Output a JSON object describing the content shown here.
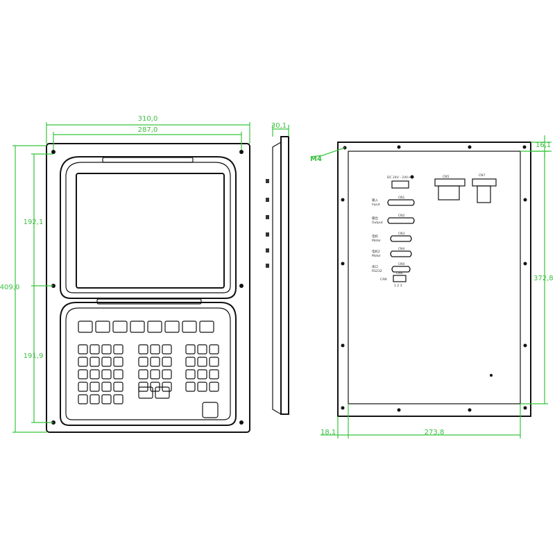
{
  "front_view": {
    "width_outer": "310,0",
    "width_holes": "287,0",
    "height_total": "409,0",
    "height_upper": "192,1",
    "height_lower": "191,9"
  },
  "side_view": {
    "depth": "30,1"
  },
  "back_view": {
    "thread": "M4",
    "edge_top": "16,1",
    "height_inner": "372,8",
    "edge_left": "18,1",
    "width_inner": "273,8",
    "connectors": {
      "power": "DC 24V - 24V+",
      "cn5": "CN5",
      "cn7": "CN7",
      "cn1": "CN1",
      "cn1_label_cn": "输入",
      "cn1_label_en": "Input",
      "cn2": "CN2",
      "cn2_label_cn": "输出",
      "cn2_label_en": "Output",
      "cn3": "CN3",
      "cn3_label_cn": "电机",
      "cn3_label_en": "Motor",
      "cn4": "CN4",
      "cn4_label_cn": "电机2",
      "cn4_label_en": "Motor",
      "cn0": "CN0",
      "cn0_label_cn": "串口",
      "cn0_label_en": "RS232",
      "cn6": "CN6",
      "can": "CAN",
      "can_pins": "1 2 3"
    }
  },
  "colors": {
    "dimension": "#35c53b",
    "outline": "#111111"
  }
}
